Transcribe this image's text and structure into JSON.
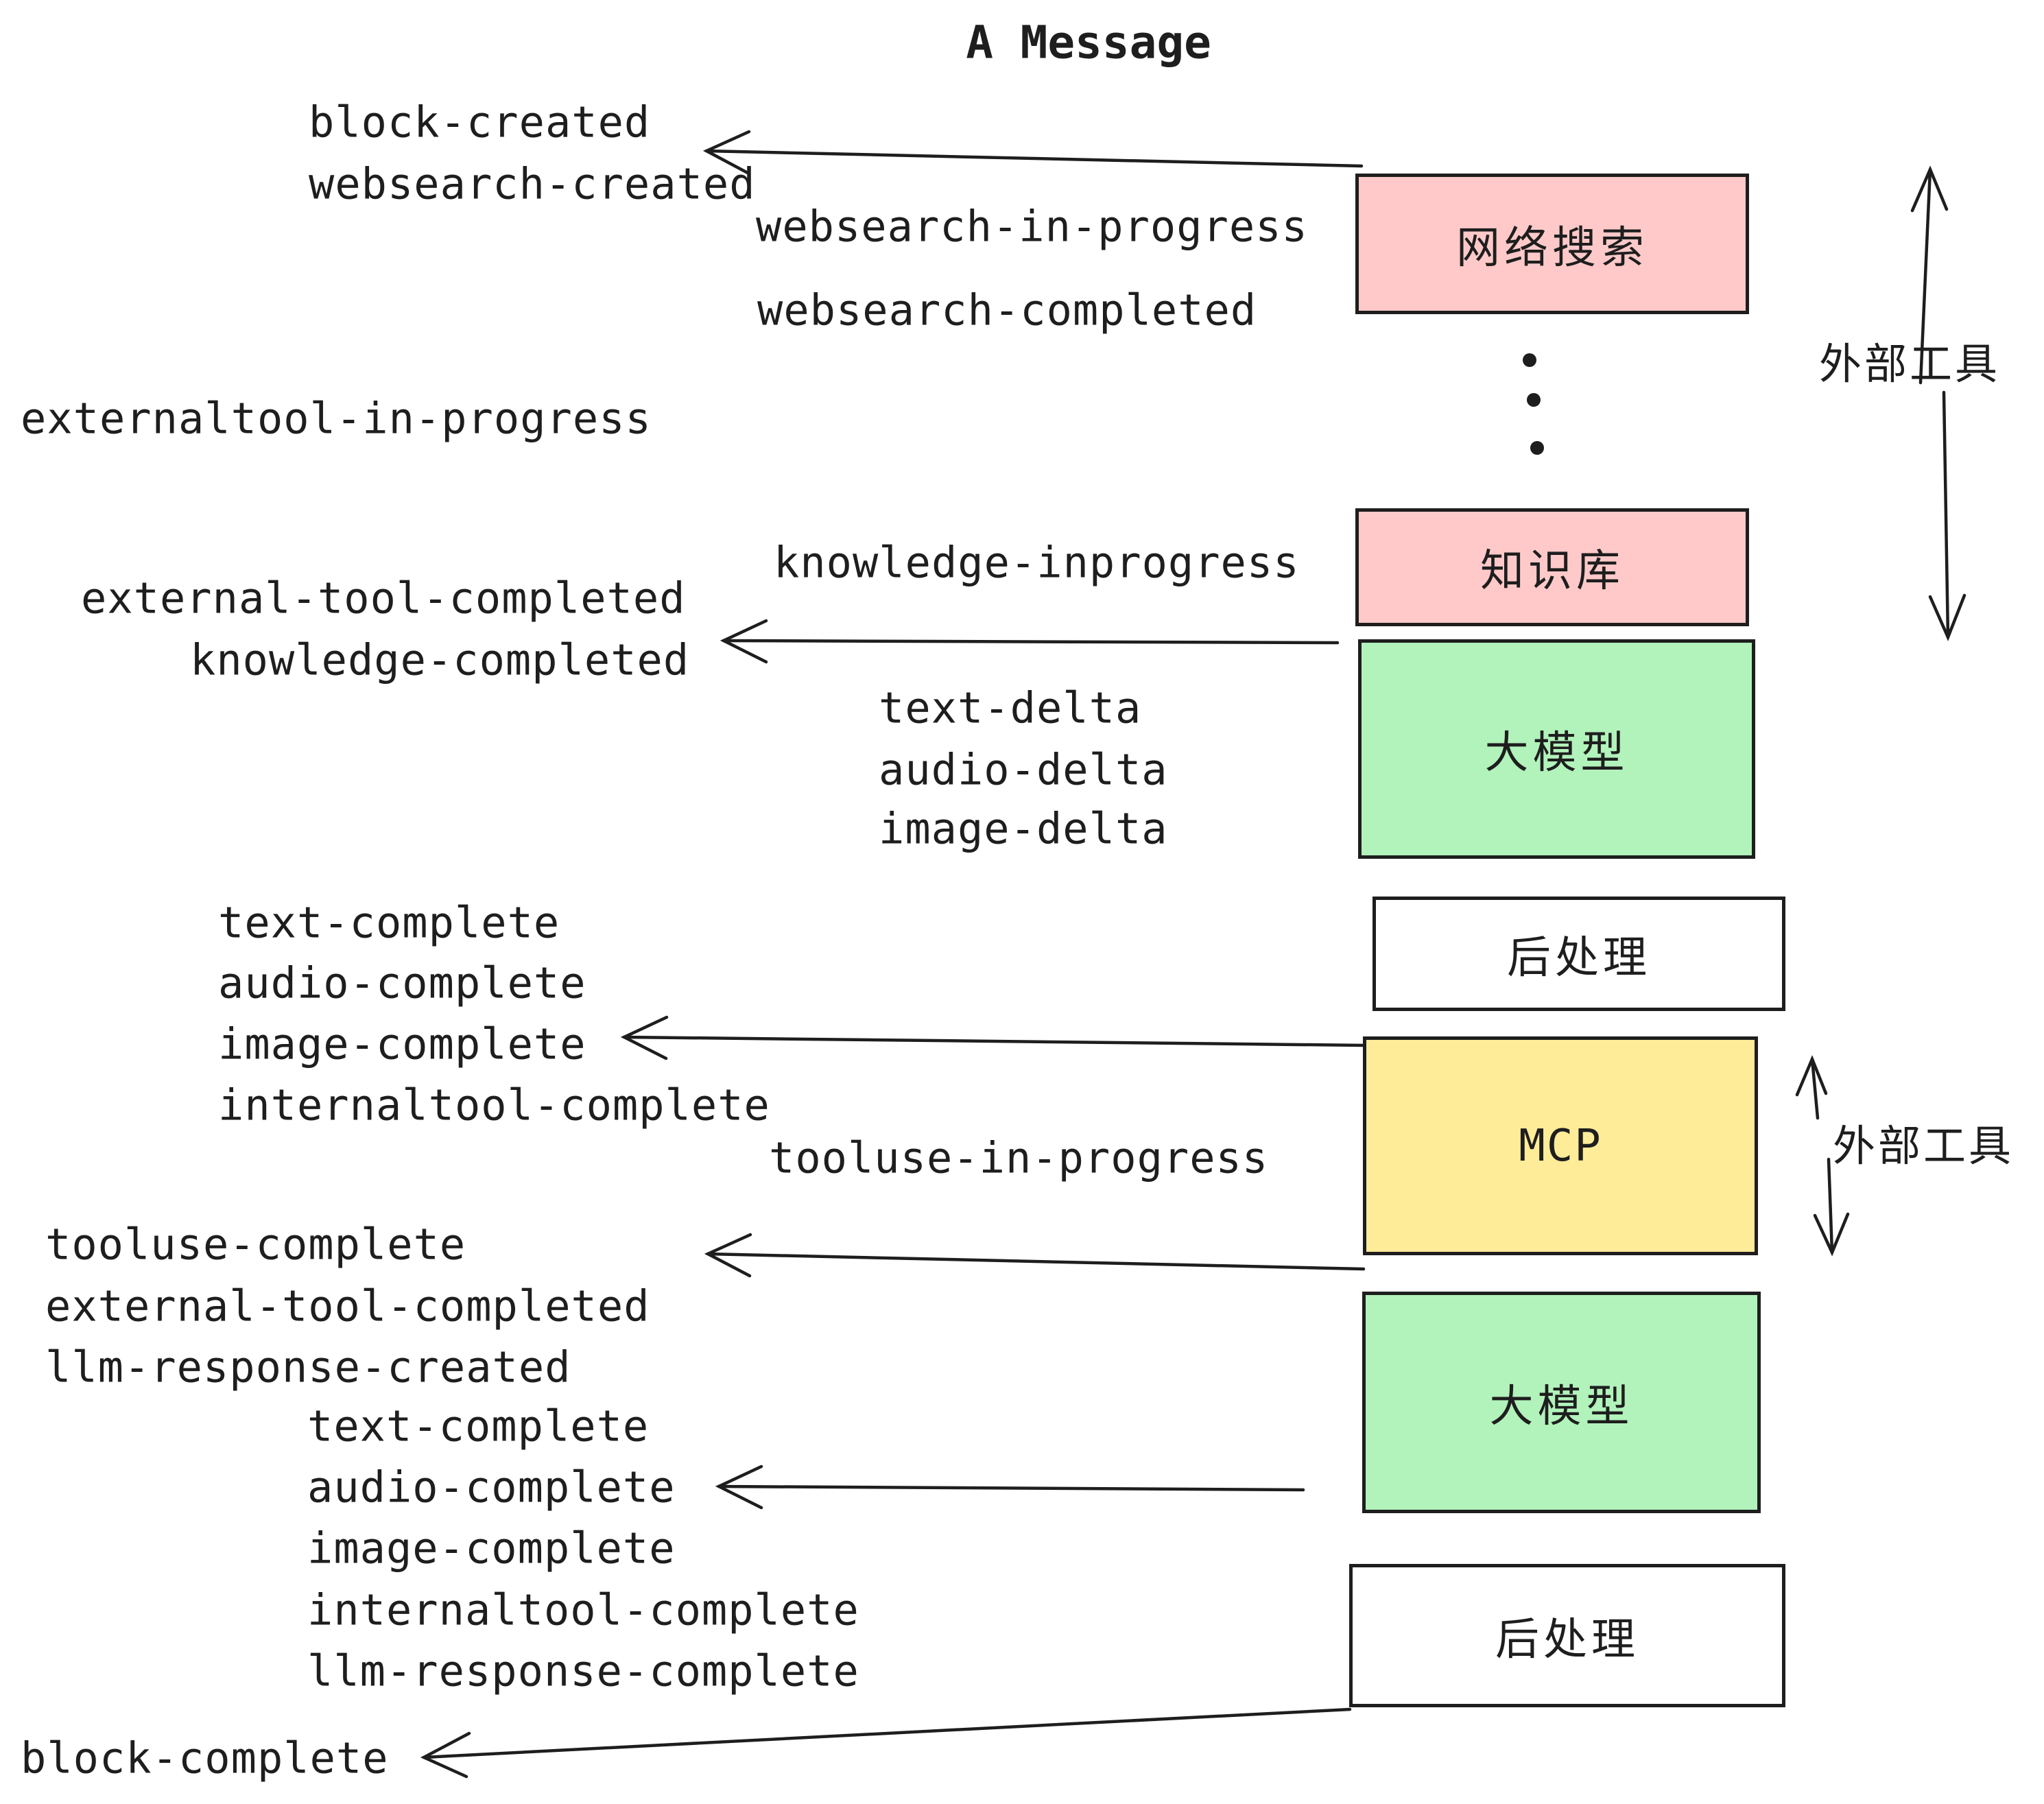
{
  "title": "A Message",
  "colors": {
    "pink": "#ffc9c9",
    "green": "#b2f2bb",
    "yellow": "#ffec99",
    "white": "#ffffff",
    "line_and_text": "#1e1e1e"
  },
  "boxes": [
    {
      "name": "web-search",
      "label": "网络搜索",
      "color": "#ffc9c9"
    },
    {
      "name": "knowledge-base",
      "label": "知识库",
      "color": "#ffc9c9"
    },
    {
      "name": "llm-1",
      "label": "大模型",
      "color": "#b2f2bb"
    },
    {
      "name": "post-process-1",
      "label": "后处理",
      "color": "#ffffff"
    },
    {
      "name": "mcp",
      "label": "MCP",
      "color": "#ffec99"
    },
    {
      "name": "llm-2",
      "label": "大模型",
      "color": "#b2f2bb"
    },
    {
      "name": "post-process-2",
      "label": "后处理",
      "color": "#ffffff"
    }
  ],
  "side_labels": [
    {
      "name": "external-tools-top",
      "label": "外部工具"
    },
    {
      "name": "external-tools-bottom",
      "label": "外部工具"
    }
  ],
  "events": [
    {
      "name": "block-created",
      "text": "block-created"
    },
    {
      "name": "websearch-created",
      "text": "websearch-created"
    },
    {
      "name": "websearch-in-progress",
      "text": "websearch-in-progress"
    },
    {
      "name": "websearch-completed",
      "text": "websearch-completed"
    },
    {
      "name": "externaltool-in-progress",
      "text": "externaltool-in-progress"
    },
    {
      "name": "knowledge-inprogress",
      "text": "knowledge-inprogress"
    },
    {
      "name": "external-tool-completed",
      "text": "external-tool-completed"
    },
    {
      "name": "knowledge-completed",
      "text": "knowledge-completed"
    },
    {
      "name": "text-delta-1",
      "text": "text-delta"
    },
    {
      "name": "audio-delta-1",
      "text": "audio-delta"
    },
    {
      "name": "image-delta-1",
      "text": "image-delta"
    },
    {
      "name": "text-complete-1",
      "text": "text-complete"
    },
    {
      "name": "audio-complete-1",
      "text": "audio-complete"
    },
    {
      "name": "image-complete-1",
      "text": "image-complete"
    },
    {
      "name": "internaltool-complete-1",
      "text": "internaltool-complete"
    },
    {
      "name": "tooluse-in-progress",
      "text": "tooluse-in-progress"
    },
    {
      "name": "tooluse-complete",
      "text": "tooluse-complete"
    },
    {
      "name": "external-tool-completed-2",
      "text": "external-tool-completed"
    },
    {
      "name": "llm-response-created",
      "text": "llm-response-created"
    },
    {
      "name": "text-complete-2",
      "text": "text-complete"
    },
    {
      "name": "audio-complete-2",
      "text": "audio-complete"
    },
    {
      "name": "image-complete-2",
      "text": "image-complete"
    },
    {
      "name": "internaltool-complete-2",
      "text": "internaltool-complete"
    },
    {
      "name": "llm-response-complete",
      "text": "llm-response-complete"
    },
    {
      "name": "block-complete",
      "text": "block-complete"
    }
  ]
}
